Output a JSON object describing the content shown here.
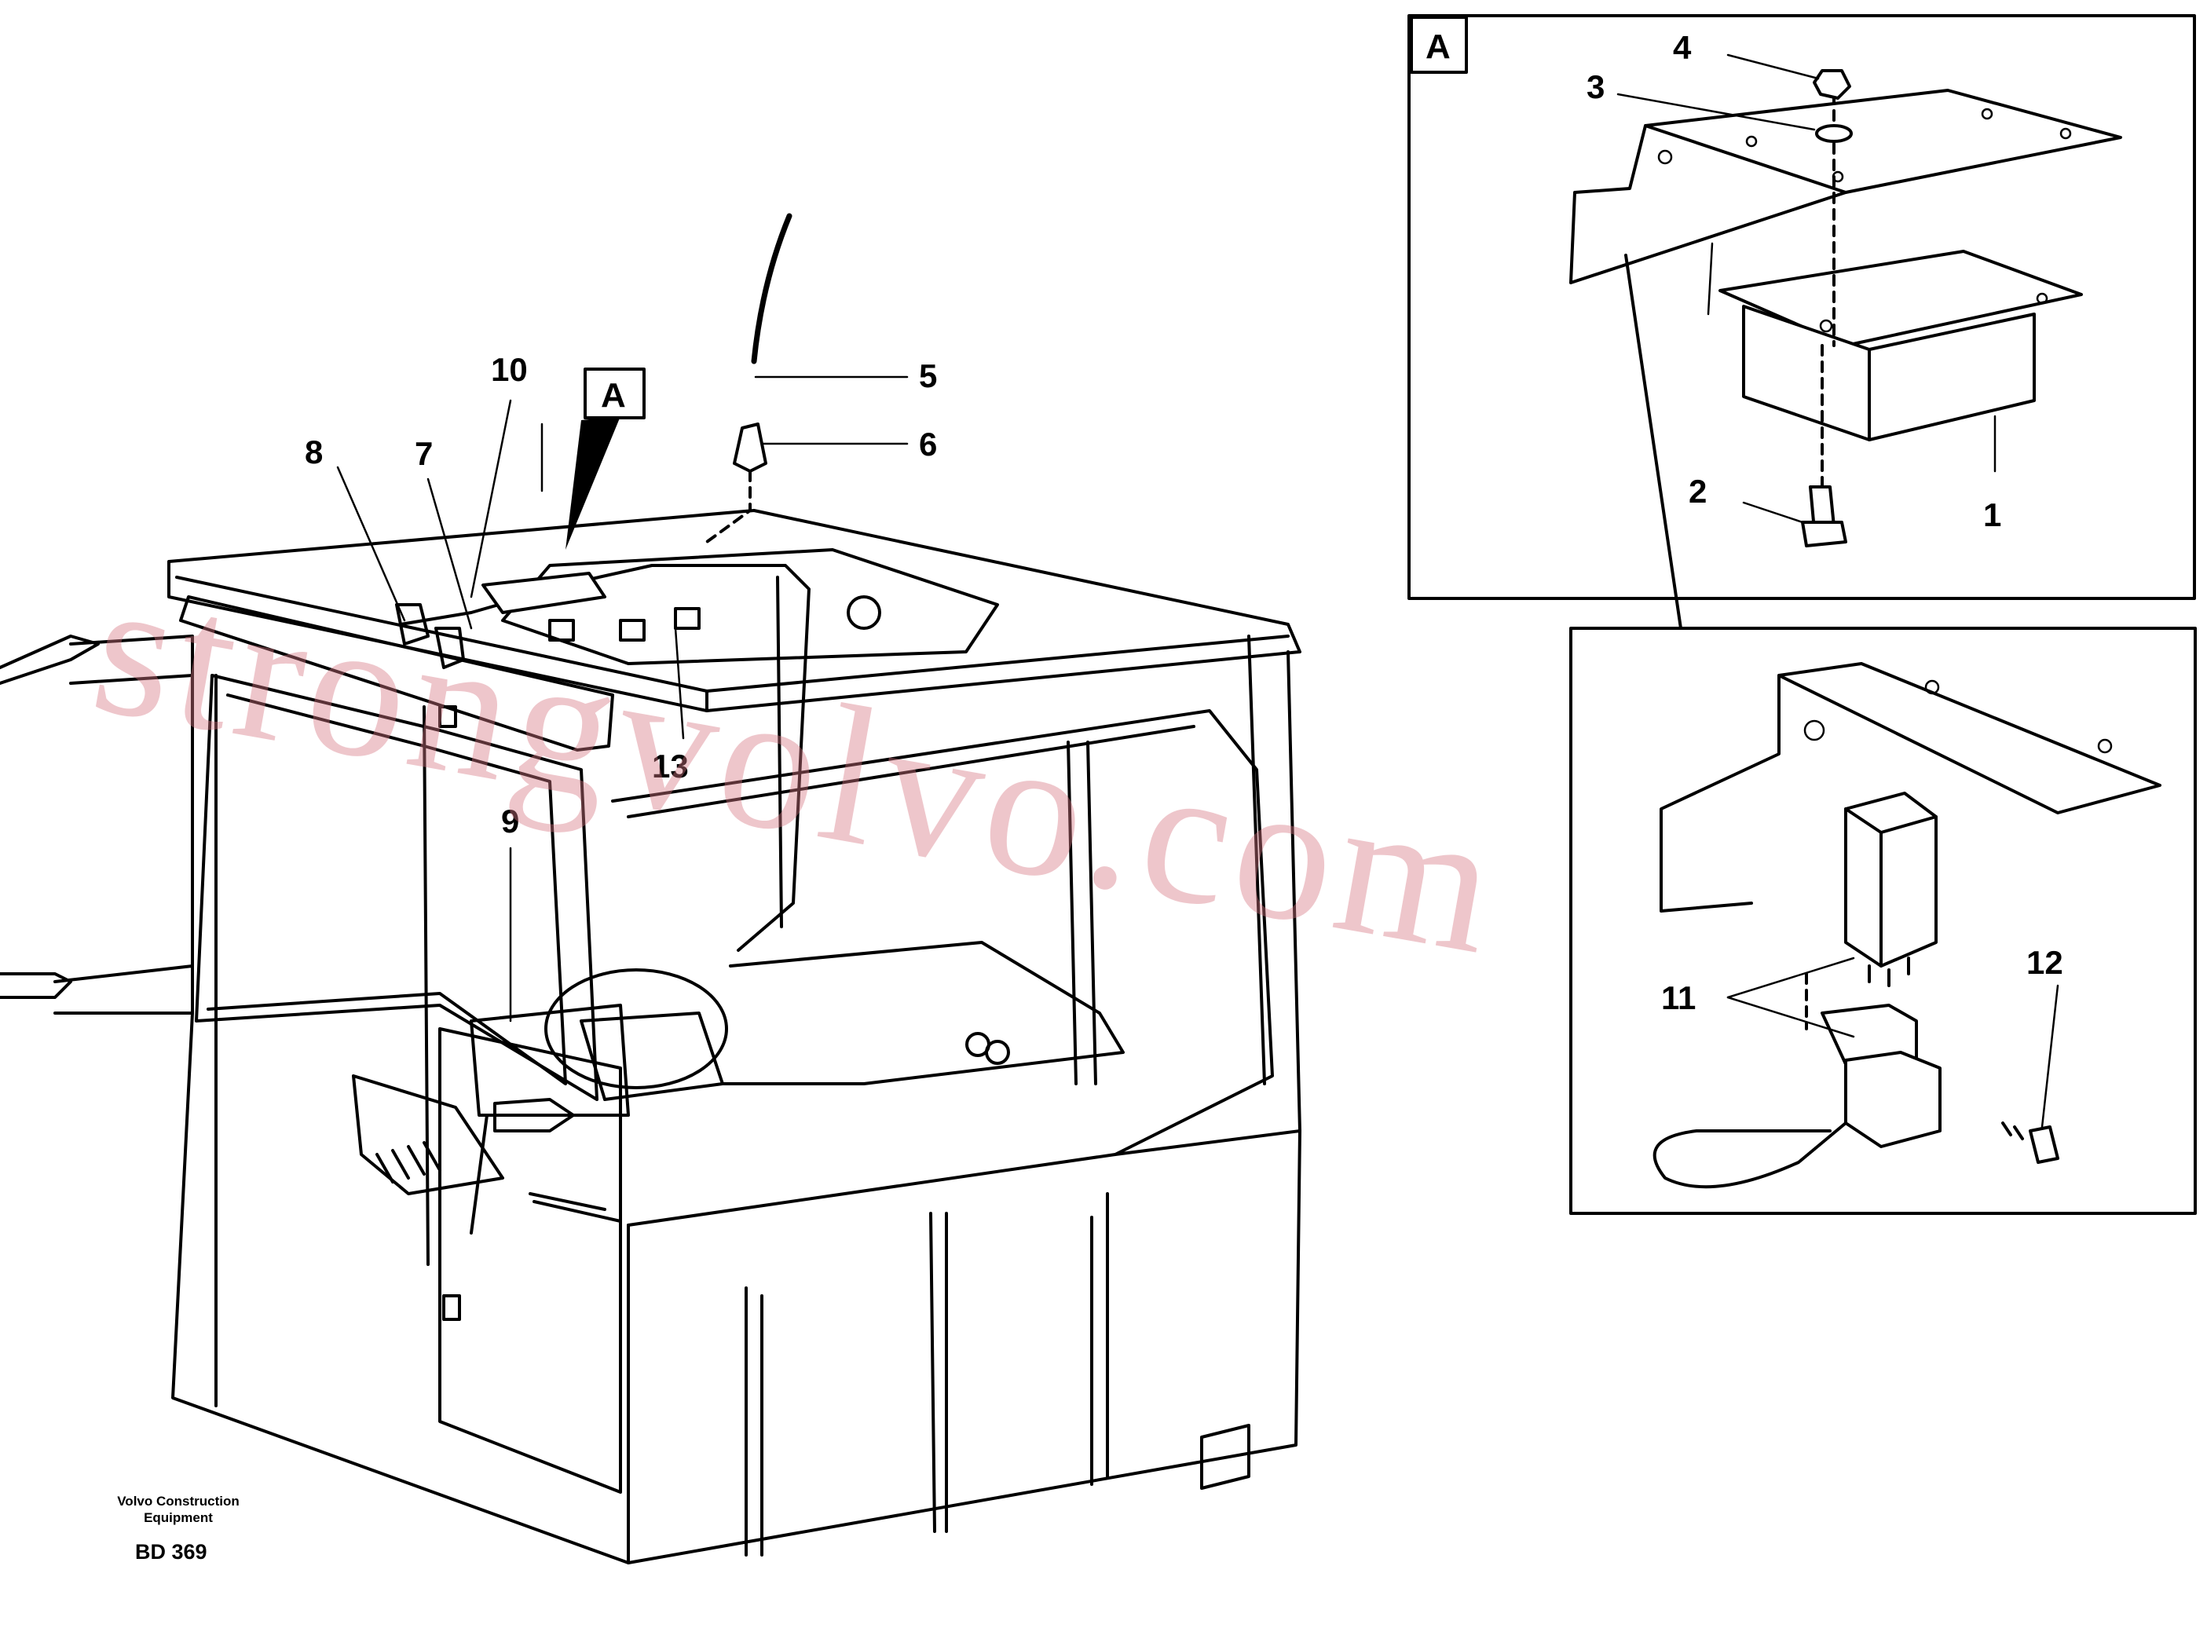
{
  "callouts": {
    "c1": "1",
    "c2": "2",
    "c3": "3",
    "c4": "4",
    "c5": "5",
    "c6": "6",
    "c7": "7",
    "c8": "8",
    "c9": "9",
    "c10": "10",
    "c11": "11",
    "c12": "12",
    "c13": "13"
  },
  "detail_labels": {
    "main_view": "A",
    "detail_box": "A"
  },
  "footer": {
    "maker_line1": "Volvo Construction",
    "maker_line2": "Equipment",
    "drawing_code": "BD 369"
  },
  "watermark": "strongvolvo.com"
}
